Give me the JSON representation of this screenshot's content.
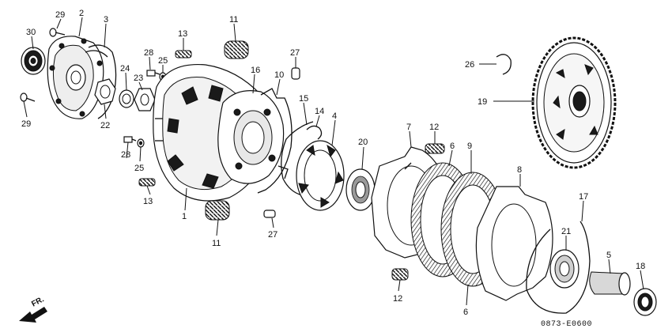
{
  "diagram": {
    "callouts": [
      {
        "id": "c29a",
        "label": "29"
      },
      {
        "id": "c2",
        "label": "2"
      },
      {
        "id": "c3",
        "label": "3"
      },
      {
        "id": "c30",
        "label": "30"
      },
      {
        "id": "c29b",
        "label": "29"
      },
      {
        "id": "c22",
        "label": "22"
      },
      {
        "id": "c24",
        "label": "24"
      },
      {
        "id": "c23",
        "label": "23"
      },
      {
        "id": "c28a",
        "label": "28"
      },
      {
        "id": "c25a",
        "label": "25"
      },
      {
        "id": "c13a",
        "label": "13"
      },
      {
        "id": "c28b",
        "label": "28"
      },
      {
        "id": "c25b",
        "label": "25"
      },
      {
        "id": "c13b",
        "label": "13"
      },
      {
        "id": "c1",
        "label": "1"
      },
      {
        "id": "c11a",
        "label": "11"
      },
      {
        "id": "c16",
        "label": "16"
      },
      {
        "id": "c10",
        "label": "10"
      },
      {
        "id": "c27a",
        "label": "27"
      },
      {
        "id": "c15",
        "label": "15"
      },
      {
        "id": "c14",
        "label": "14"
      },
      {
        "id": "c4",
        "label": "4"
      },
      {
        "id": "c20",
        "label": "20"
      },
      {
        "id": "c11b",
        "label": "11"
      },
      {
        "id": "c27b",
        "label": "27"
      },
      {
        "id": "c7",
        "label": "7"
      },
      {
        "id": "c12a",
        "label": "12"
      },
      {
        "id": "c6a",
        "label": "6"
      },
      {
        "id": "c9",
        "label": "9"
      },
      {
        "id": "c8",
        "label": "8"
      },
      {
        "id": "c17",
        "label": "17"
      },
      {
        "id": "c21",
        "label": "21"
      },
      {
        "id": "c5",
        "label": "5"
      },
      {
        "id": "c18",
        "label": "18"
      },
      {
        "id": "c12b",
        "label": "12"
      },
      {
        "id": "c6b",
        "label": "6"
      },
      {
        "id": "c26",
        "label": "26"
      },
      {
        "id": "c19",
        "label": "19"
      }
    ],
    "direction_label": "FR.",
    "drawing_code": "0873-E0600"
  }
}
